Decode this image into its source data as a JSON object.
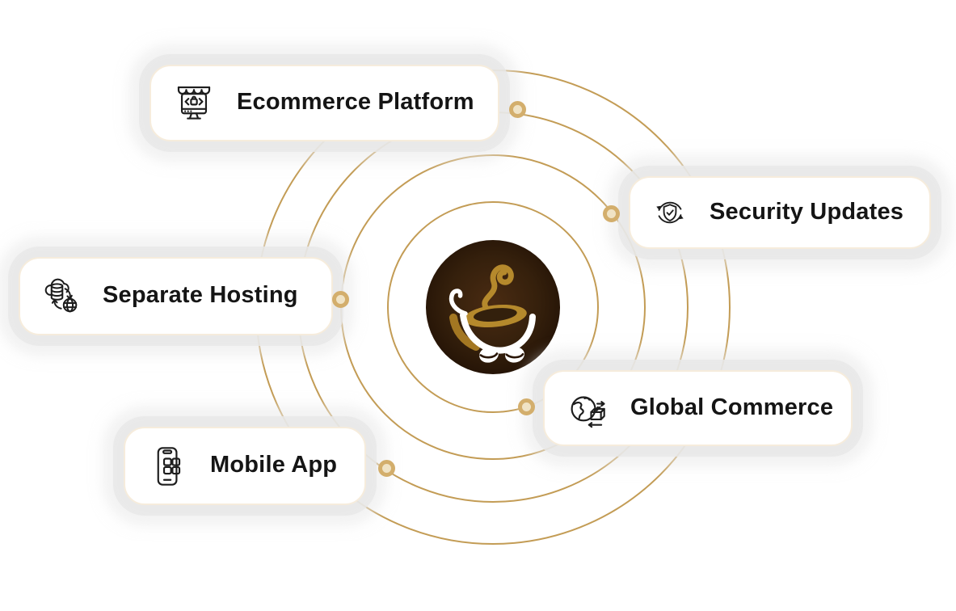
{
  "diagram": {
    "center_logo": {
      "name": "coffee-cart-logo",
      "description": "dark brown circle with white coffee cup shopping-cart and gold steam swirl"
    },
    "orbits": {
      "count": 4,
      "color": "#BC9143",
      "node_ring_color": "#D3AE6C",
      "node_fill_color": "#F0E3C5"
    },
    "cards": [
      {
        "label": "Ecommerce Platform",
        "icon": "storefront-monitor-icon"
      },
      {
        "label": "Security Updates",
        "icon": "shield-sync-icon"
      },
      {
        "label": "Separate Hosting",
        "icon": "cloud-server-globe-icon"
      },
      {
        "label": "Global Commerce",
        "icon": "globe-package-icon"
      },
      {
        "label": "Mobile App",
        "icon": "smartphone-apps-icon"
      }
    ],
    "colors": {
      "card_background": "#FFFFFF",
      "card_border": "#F6ECDC",
      "card_glow": "#E8E8E8",
      "label_text": "#151515",
      "icon_stroke": "#1D1D1D",
      "logo_outer": "#221104",
      "logo_inner": "#4A2B12",
      "logo_gold": "#B5892C"
    }
  }
}
